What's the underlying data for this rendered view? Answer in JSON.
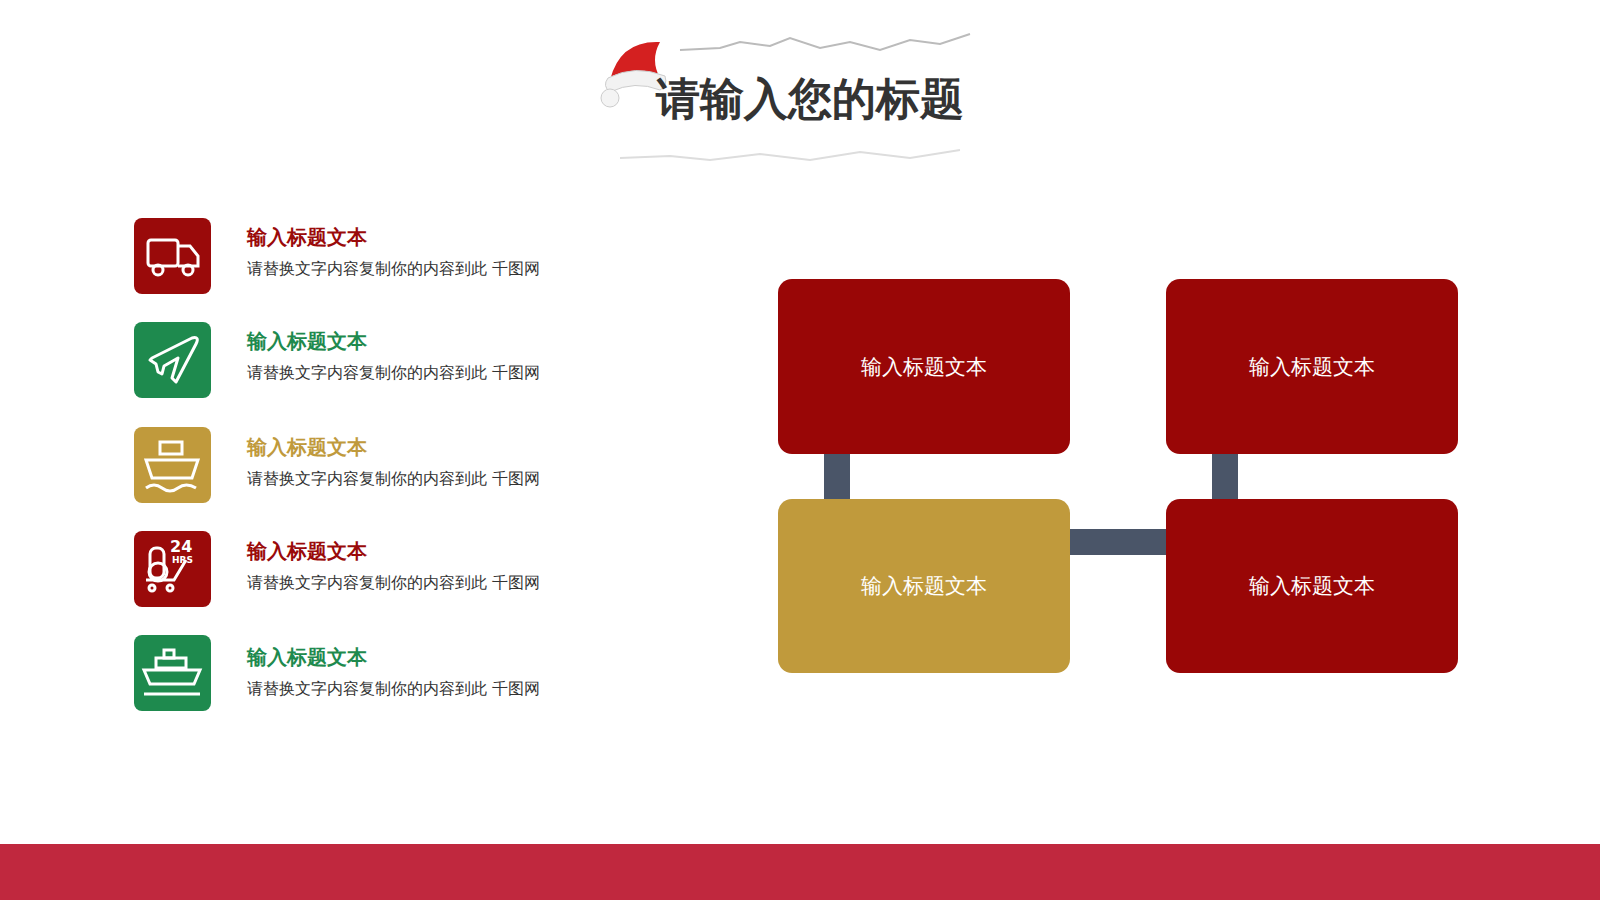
{
  "diagram": {
    "title": "请输入您的标题",
    "nodes": [
      {
        "text": [
          "输入标题文本"
        ]
      },
      {
        "text": [
          "输入标题文本"
        ]
      },
      {
        "text": [
          "输入标题文本"
        ]
      },
      {
        "text": [
          "输入标题文本"
        ]
      }
    ],
    "edges": [
      {
        "from": 0,
        "to": 2,
        "arrow": "none"
      },
      {
        "from": 1,
        "to": 3,
        "arrow": "none"
      },
      {
        "from": 2,
        "to": 3,
        "arrow": "none"
      }
    ],
    "labels": [
      "输入标题文本",
      "请替换文字内容复制你的内容到此 千图网",
      "输入标题文本",
      "请替换文字内容复制你的内容到此 千图网",
      "输入标题文本",
      "请替换文字内容复制你的内容到此 千图网",
      "输入标题文本",
      "请替换文字内容复制你的内容到此 千图网",
      "输入标题文本",
      "请替换文字内容复制你的内容到此 千图网",
      "24",
      "HRS"
    ]
  }
}
